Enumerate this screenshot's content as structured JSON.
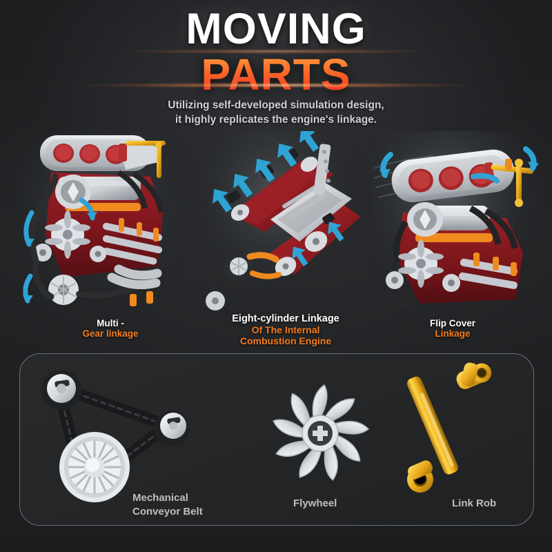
{
  "theme": {
    "background": "#1d1f21",
    "accent_orange": "#f57c1f",
    "title_white": "#ffffff",
    "gradient_top": "#ffa041",
    "gradient_bottom": "#ef2f22",
    "arrow_blue": "#2ea3d4",
    "label_gray": "#bcbec0",
    "panel_border": "#6d7073"
  },
  "header": {
    "title_line1": "MOVING",
    "title_line2": "PARTS",
    "subtitle_line1": "Utilizing self-developed simulation design,",
    "subtitle_line2": "it highly replicates the engine's linkage."
  },
  "feature_panels": [
    {
      "id": "multi-gear-linkage",
      "caption_white": "Multi -",
      "caption_orange": "Gear linkage",
      "image_alt": "Brick-built V8 engine side view with rotating belt and pulley system",
      "motion_arrows": "cyan-rotation-arrows"
    },
    {
      "id": "eight-cylinder-linkage",
      "caption_white": "Eight-cylinder Linkage",
      "caption_orange_line1": "Of The Internal",
      "caption_orange_line2": "Combustion Engine",
      "image_alt": "Top view of eight cylinder engine block with sequential firing arrows",
      "motion_arrows": "blue-up-arrows"
    },
    {
      "id": "flip-cover-linkage",
      "caption_white": "Flip Cover",
      "caption_orange": "Linkage",
      "image_alt": "Engine with intake manifold cover flipped open on yellow linkage rod",
      "motion_arrows": "cyan-arc-arrows"
    }
  ],
  "parts_panel": {
    "parts": [
      {
        "id": "mechanical-conveyor-belt",
        "label_line1": "Mechanical",
        "label_line2": "Conveyor Belt",
        "color": "#2b2b2d"
      },
      {
        "id": "flywheel",
        "label_line1": "Flywheel",
        "label_line2": "",
        "color": "#d8dade"
      },
      {
        "id": "link-rob",
        "label_line1": "Link Rob",
        "label_line2": "",
        "color": "#e8a81a"
      }
    ]
  }
}
